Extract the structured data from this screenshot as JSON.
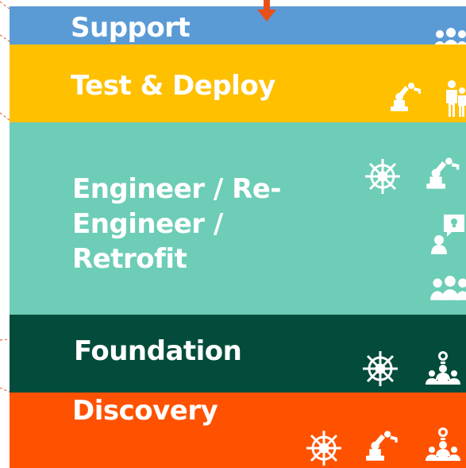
{
  "colors": {
    "support": "#5B9BD5",
    "test_deploy": "#FFC000",
    "engineer": "#6DCDB6",
    "foundation": "#034C3C",
    "discovery": "#FF5200",
    "arrow": "#E8501A",
    "connector": "#E56B3A",
    "icon": "#ffffff"
  },
  "bands": {
    "support": {
      "label": "Support",
      "icons": [
        "people-group-icon"
      ]
    },
    "test_deploy": {
      "label": "Test & Deploy",
      "icons": [
        "robot-arm-icon",
        "person-icon"
      ]
    },
    "engineer": {
      "label": "Engineer / Re-\nEngineer /\nRetrofit",
      "icons": [
        "ship-wheel-icon",
        "robot-arm-icon",
        "idea-presenter-icon",
        "people-group-icon"
      ]
    },
    "foundation": {
      "label": "Foundation",
      "icons": [
        "ship-wheel-icon",
        "idea-team-icon"
      ]
    },
    "discovery": {
      "label": "Discovery",
      "icons": [
        "ship-wheel-icon",
        "robot-arm-icon",
        "idea-team-icon"
      ]
    }
  }
}
